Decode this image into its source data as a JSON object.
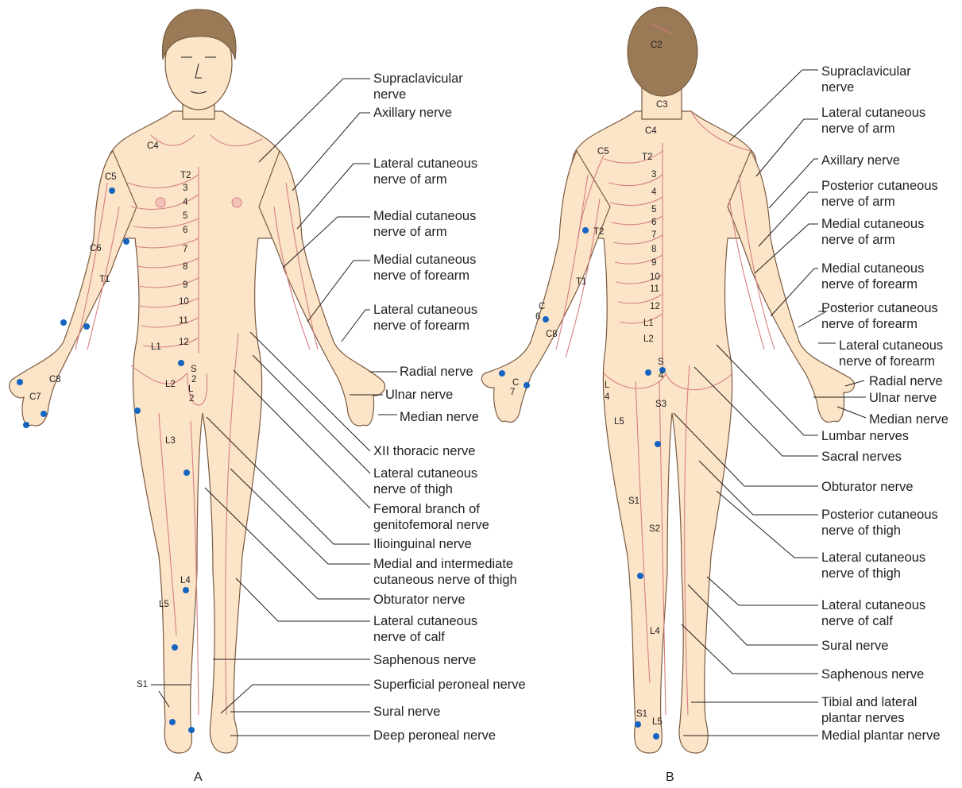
{
  "colors": {
    "skin": "#fbe4c8",
    "dermatome_line": "#d67f82",
    "outline": "#7a5a40",
    "hair": "#9a7a56",
    "dot": "#1565c0",
    "text": "#231f20"
  },
  "panels": {
    "front": "A",
    "back": "B"
  },
  "front_labels": {
    "supraclavicular": [
      "Supraclavicular",
      "nerve"
    ],
    "axillary": [
      "Axillary nerve"
    ],
    "lat_cut_arm": [
      "Lateral cutaneous",
      "nerve of arm"
    ],
    "med_cut_arm": [
      "Medial cutaneous",
      "nerve of arm"
    ],
    "med_cut_forearm": [
      "Medial cutaneous",
      "nerve of forearm"
    ],
    "lat_cut_forearm": [
      "Lateral cutaneous",
      "nerve of forearm"
    ],
    "radial": [
      "Radial nerve"
    ],
    "ulnar": [
      "Ulnar nerve"
    ],
    "median": [
      "Median nerve"
    ],
    "xii_thoracic": [
      "XII thoracic nerve"
    ],
    "lat_cut_thigh": [
      "Lateral cutaneous",
      "nerve of thigh"
    ],
    "femoral_branch": [
      "Femoral branch of",
      "genitofemoral nerve"
    ],
    "ilioinguinal": [
      "Ilioinguinal nerve"
    ],
    "med_int_thigh": [
      "Medial and intermediate",
      "cutaneous nerve of thigh"
    ],
    "obturator": [
      "Obturator nerve"
    ],
    "lat_cut_calf": [
      "Lateral cutaneous",
      "nerve of calf"
    ],
    "saphenous": [
      "Saphenous nerve"
    ],
    "sup_peroneal": [
      "Superficial peroneal nerve"
    ],
    "sural": [
      "Sural nerve"
    ],
    "deep_peroneal": [
      "Deep peroneal nerve"
    ]
  },
  "back_labels": {
    "supraclavicular": [
      "Supraclavicular",
      "nerve"
    ],
    "lat_cut_arm": [
      "Lateral cutaneous",
      "nerve of arm"
    ],
    "axillary": [
      "Axillary nerve"
    ],
    "post_cut_arm": [
      "Posterior cutaneous",
      "nerve of arm"
    ],
    "med_cut_arm": [
      "Medial cutaneous",
      "nerve of arm"
    ],
    "med_cut_forearm": [
      "Medial cutaneous",
      "nerve of forearm"
    ],
    "post_cut_forearm": [
      "Posterior cutaneous",
      "nerve of forearm"
    ],
    "lat_cut_forearm": [
      "Lateral cutaneous",
      "nerve of forearm"
    ],
    "radial": [
      "Radial nerve"
    ],
    "ulnar": [
      "Ulnar nerve"
    ],
    "median": [
      "Median nerve"
    ],
    "lumbar": [
      "Lumbar nerves"
    ],
    "sacral": [
      "Sacral nerves"
    ],
    "obturator": [
      "Obturator nerve"
    ],
    "post_cut_thigh": [
      "Posterior cutaneous",
      "nerve of thigh"
    ],
    "lat_cut_thigh": [
      "Lateral cutaneous",
      "nerve of thigh"
    ],
    "lat_cut_calf": [
      "Lateral cutaneous",
      "nerve of calf"
    ],
    "sural": [
      "Sural nerve"
    ],
    "saphenous": [
      "Saphenous nerve"
    ],
    "tibial_plantar": [
      "Tibial and lateral",
      "plantar nerves"
    ],
    "med_plantar": [
      "Medial plantar nerve"
    ]
  },
  "front_segments": {
    "c4": "C4",
    "c5": "C5",
    "c6": "C6",
    "t1": "T1",
    "c7": "C7",
    "c8": "C8",
    "t2": "T2",
    "t3": "3",
    "t4": "4",
    "t5": "5",
    "t6": "6",
    "t7": "7",
    "t8": "8",
    "t9": "9",
    "t10": "10",
    "t11": "11",
    "t12": "12",
    "l1": "L1",
    "l2": "L2",
    "l3": "L3",
    "l4": "L4",
    "l5": "L5",
    "s_a": "S",
    "s_b": "2",
    "s_c": "L",
    "s_d": "2",
    "s1": "S1"
  },
  "back_segments": {
    "c2": "C2",
    "c3": "C3",
    "c4": "C4",
    "c5": "C5",
    "t2": "T2",
    "t2_arm": "T2",
    "t1": "T1",
    "c6a": "C",
    "c6b": "6",
    "c8": "C8",
    "c7a": "C",
    "c7b": "7",
    "t3": "3",
    "t4": "4",
    "t5": "5",
    "t6": "6",
    "t7": "7",
    "t8": "8",
    "t9": "9",
    "t10": "10",
    "t11": "11",
    "t12": "12",
    "l1": "L1",
    "l2": "L2",
    "s4a": "S",
    "s4b": "4",
    "l4a": "L",
    "l4b": "4",
    "l5": "L5",
    "s3": "S3",
    "s1": "S1",
    "s2": "S2",
    "l4": "L4",
    "s1_foot": "S1",
    "l5_foot": "L5"
  }
}
